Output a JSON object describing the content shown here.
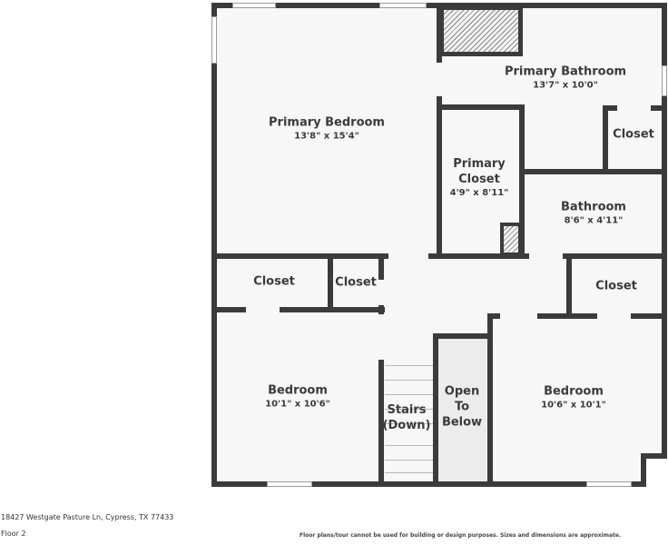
{
  "floorplan": {
    "rooms": [
      {
        "id": "primary-bedroom",
        "name": "Primary Bedroom",
        "dim": "13'8\" x 15'4\""
      },
      {
        "id": "primary-bathroom",
        "name": "Primary Bathroom",
        "dim": "13'7\" x 10'0\""
      },
      {
        "id": "primary-closet",
        "name": "Primary\nCloset",
        "name_line1": "Primary",
        "name_line2": "Closet",
        "dim": "4'9\" x 8'11\""
      },
      {
        "id": "closet-bath",
        "name": "Closet"
      },
      {
        "id": "bathroom",
        "name": "Bathroom",
        "dim": "8'6\" x 4'11\""
      },
      {
        "id": "closet-left",
        "name": "Closet"
      },
      {
        "id": "closet-mid",
        "name": "Closet"
      },
      {
        "id": "closet-right",
        "name": "Closet"
      },
      {
        "id": "bedroom-left",
        "name": "Bedroom",
        "dim": "10'1\" x 10'6\""
      },
      {
        "id": "stairs",
        "name_line1": "Stairs",
        "name_line2": "(Down)"
      },
      {
        "id": "open-below",
        "name_line1": "Open",
        "name_line2": "To",
        "name_line3": "Below"
      },
      {
        "id": "bedroom-right",
        "name": "Bedroom",
        "dim": "10'6\" x 10'1\""
      }
    ]
  },
  "footer": {
    "address": "18427 Westgate Pasture Ln, Cypress, TX 77433",
    "floor": "Floor 2",
    "disclaimer": "Floor plans/tour cannot be used for building or design purposes. Sizes and dimensions are approximate."
  }
}
